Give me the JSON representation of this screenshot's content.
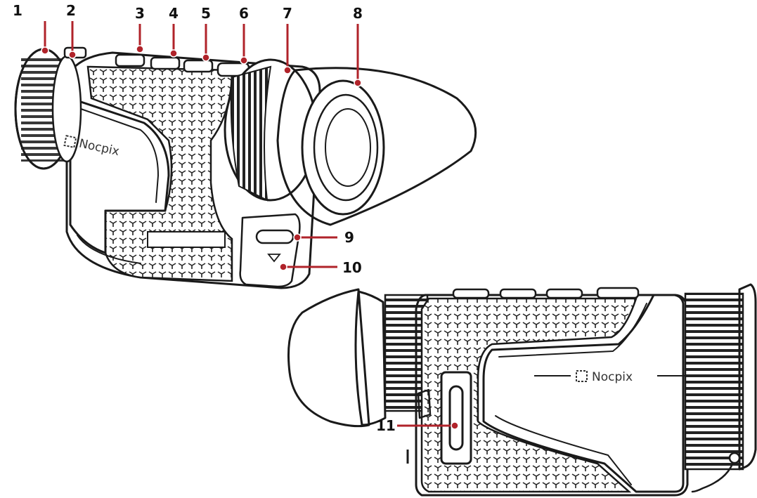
{
  "brand": {
    "logo_text": "Nocpix"
  },
  "callouts": [
    {
      "label": "1"
    },
    {
      "label": "2"
    },
    {
      "label": "3"
    },
    {
      "label": "4"
    },
    {
      "label": "5"
    },
    {
      "label": "6"
    },
    {
      "label": "7"
    },
    {
      "label": "8"
    },
    {
      "label": "9"
    },
    {
      "label": "10"
    },
    {
      "label": "11"
    }
  ],
  "colors": {
    "leader": "#b0232a",
    "ink": "#1a1a1a",
    "background": "#ffffff"
  }
}
